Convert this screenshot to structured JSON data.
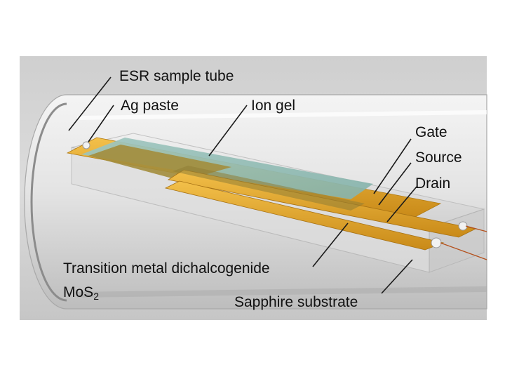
{
  "labels": {
    "esr_sample_tube": "ESR sample tube",
    "ag_paste": "Ag paste",
    "ion_gel": "Ion gel",
    "gate": "Gate",
    "source": "Source",
    "drain": "Drain",
    "tmd_line1": "Transition metal dichalcogenide",
    "tmd_formula_base": "MoS",
    "tmd_formula_sub": "2",
    "sapphire_substrate": "Sapphire substrate"
  },
  "colors": {
    "background_gray": "#d6d6d6",
    "tube_glass": "#e9e9e9",
    "electrode_gold": "#e0a424",
    "ion_gel": "#8fbcb4",
    "mos2_channel": "#9a8a40",
    "leader_line": "#1a1a1a"
  }
}
